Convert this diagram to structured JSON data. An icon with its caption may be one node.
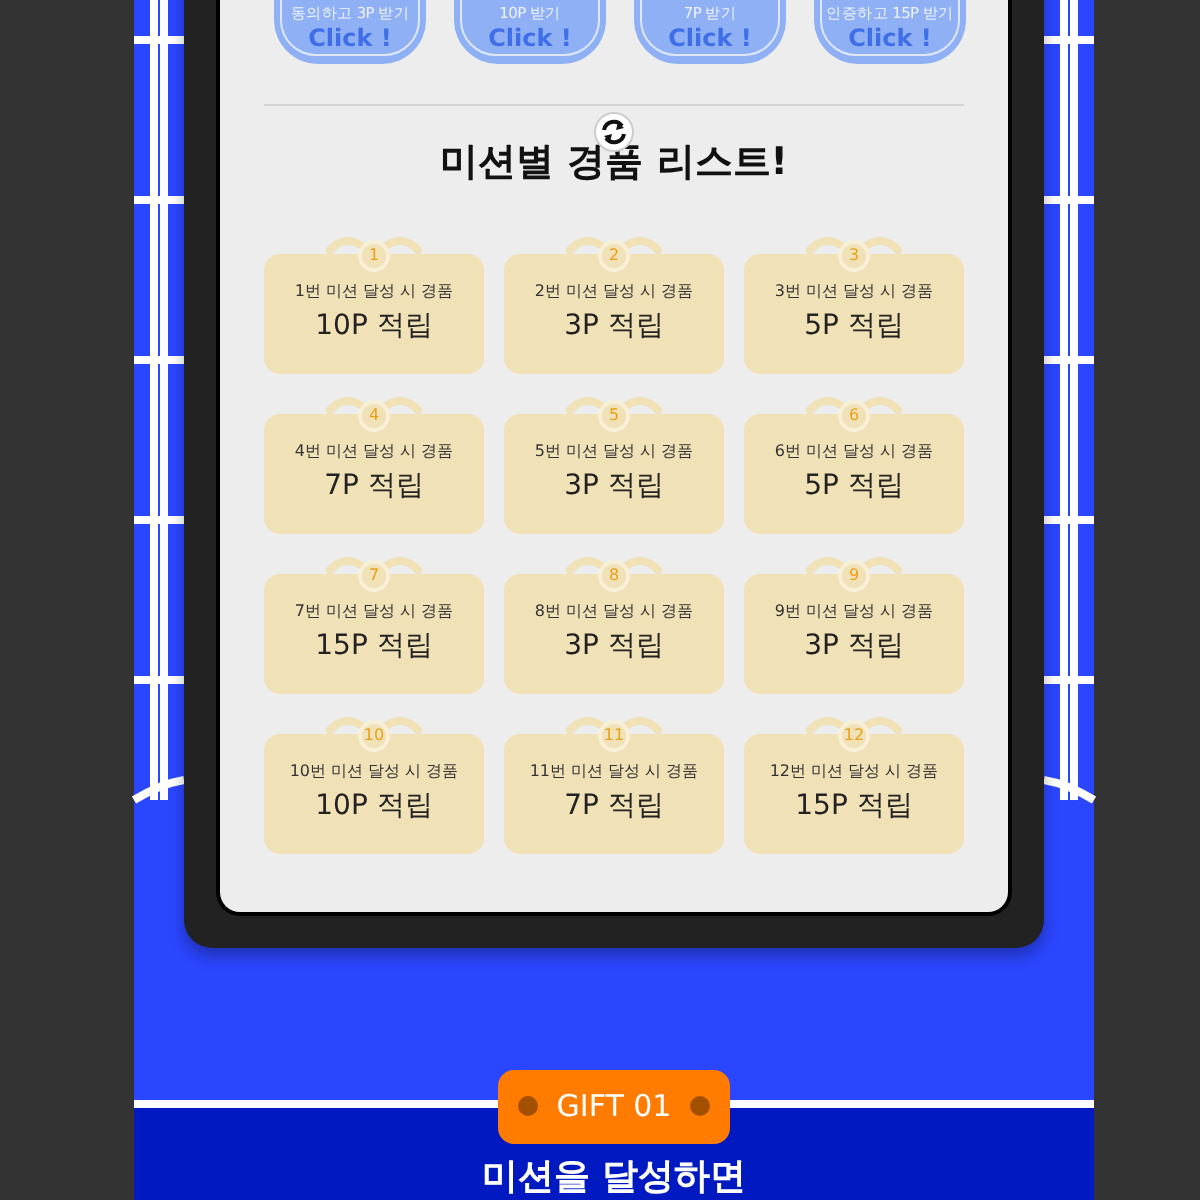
{
  "diagram": {
    "nodes": [
      {
        "text": [
          "동의하고 3P 받기",
          "Click !"
        ]
      },
      {
        "text": [
          "10P 받기",
          "Click !"
        ]
      },
      {
        "text": [
          "7P 받기",
          "Click !"
        ]
      },
      {
        "text": [
          "인증하고 15P 받기",
          "Click !"
        ]
      },
      {
        "text": [
          "1",
          "1번 미션 달성 시 경품",
          "10P 적립"
        ]
      },
      {
        "text": [
          "2",
          "2번 미션 달성 시 경품",
          "3P 적립"
        ]
      },
      {
        "text": [
          "3",
          "3번 미션 달성 시 경품",
          "5P 적립"
        ]
      },
      {
        "text": [
          "4",
          "4번 미션 달성 시 경품",
          "7P 적립"
        ]
      },
      {
        "text": [
          "5",
          "5번 미션 달성 시 경품",
          "3P 적립"
        ]
      },
      {
        "text": [
          "6",
          "6번 미션 달성 시 경품",
          "5P 적립"
        ]
      },
      {
        "text": [
          "7",
          "7번 미션 달성 시 경품",
          "15P 적립"
        ]
      },
      {
        "text": [
          "8",
          "8번 미션 달성 시 경품",
          "3P 적립"
        ]
      },
      {
        "text": [
          "9",
          "9번 미션 달성 시 경품",
          "3P 적립"
        ]
      },
      {
        "text": [
          "10",
          "10번 미션 달성 시 경품",
          "10P 적립"
        ]
      },
      {
        "text": [
          "11",
          "11번 미션 달성 시 경품",
          "7P 적립"
        ]
      },
      {
        "text": [
          "12",
          "12번 미션 달성 시 경품",
          "15P 적립"
        ]
      }
    ],
    "labels": [
      "미션별 경품 리스트!",
      "GIFT 01",
      "미션을 달성하면"
    ]
  }
}
